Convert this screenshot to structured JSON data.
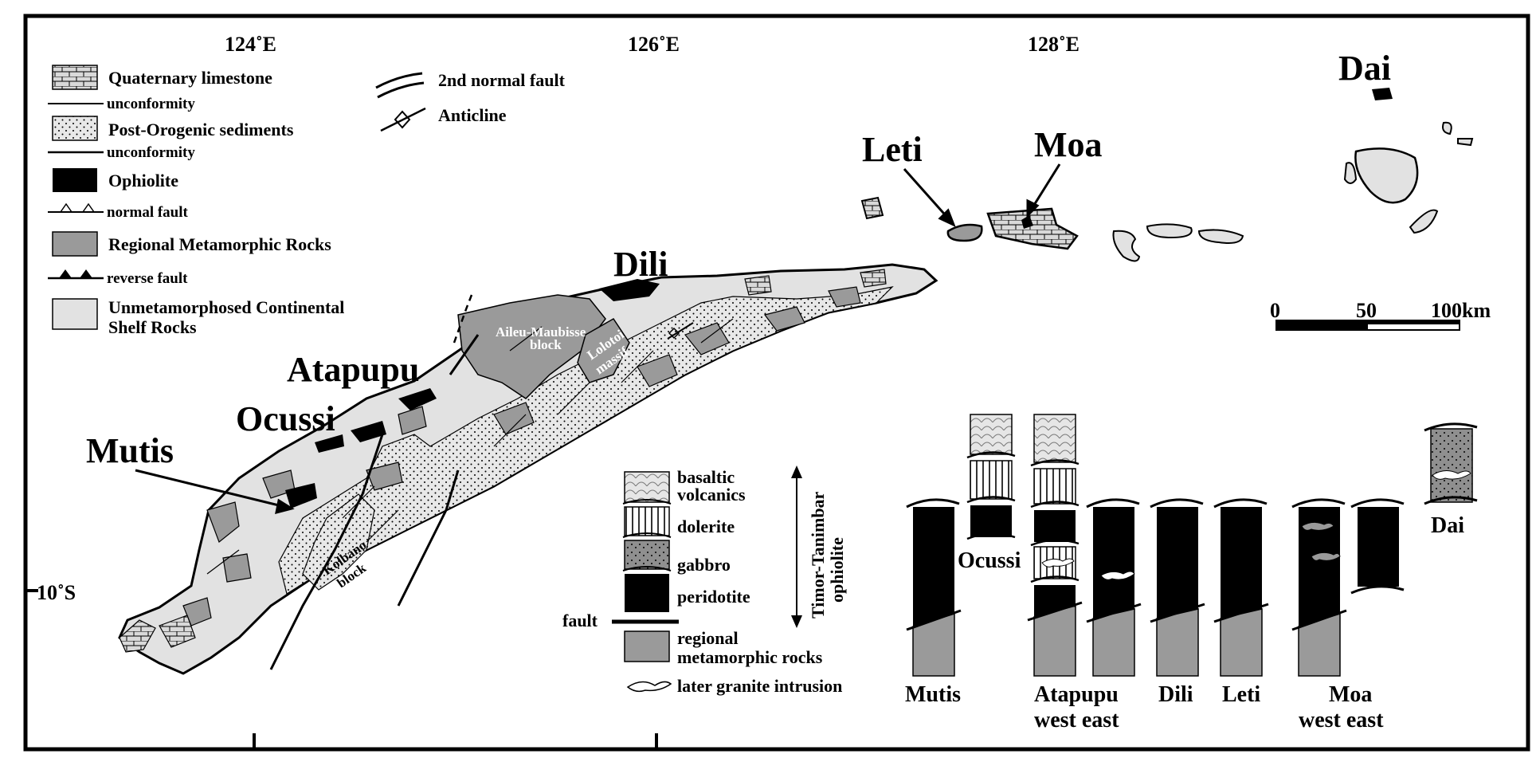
{
  "map": {
    "axis": {
      "lon_labels": [
        "124˚E",
        "126˚E",
        "128˚E"
      ],
      "lat_label": "10˚S"
    },
    "legend": {
      "items": [
        "Quaternary limestone",
        "Post-Orogenic sediments",
        "Ophiolite",
        "Regional Metamorphic Rocks",
        "Unmetamorphosed Continental"
      ],
      "item_cont": "Shelf Rocks",
      "line_labels": [
        "unconformity",
        "unconformity",
        "normal fault",
        "reverse fault"
      ],
      "structure": [
        "2nd normal fault",
        "Anticline"
      ]
    },
    "places": {
      "dai": "Dai",
      "leti": "Leti",
      "moa": "Moa",
      "dili": "Dili",
      "atapupu": "Atapupu",
      "ocussi": "Ocussi",
      "mutis": "Mutis"
    },
    "blocks": {
      "aileu_1": "Aileu-Maubisse",
      "aileu_2": "block",
      "lolotoi_1": "Lolotoi",
      "lolotoi_2": "massif",
      "kolbano_1": "Kolbano",
      "kolbano_2": "block"
    },
    "scale_bar": {
      "labels": [
        "0",
        "50",
        "100km"
      ]
    },
    "column_legend": {
      "basaltic_1": "basaltic",
      "basaltic_2": "volcanics",
      "dolerite": "dolerite",
      "gabbro": "gabbro",
      "peridotite": "peridotite",
      "fault": "fault",
      "regional_1": "regional",
      "regional_2": "metamorphic rocks",
      "granite": "later granite intrusion",
      "arrow_1": "Timor-Tanimbar",
      "arrow_2": "ophiolite"
    },
    "columns": {
      "mutis": "Mutis",
      "ocussi": "Ocussi",
      "atapupu": "Atapupu",
      "atapupu_sub": "west east",
      "dili": "Dili",
      "leti": "Leti",
      "moa": "Moa",
      "moa_sub": "west east",
      "dai": "Dai"
    }
  }
}
